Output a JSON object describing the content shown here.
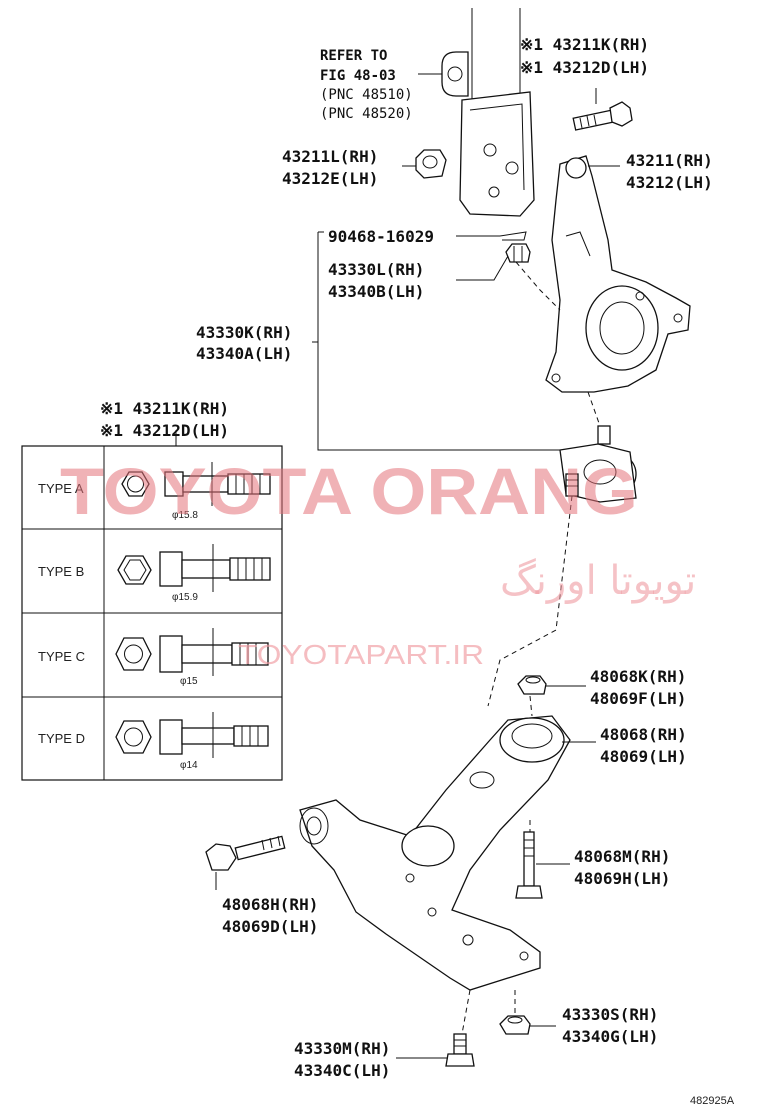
{
  "diagram": {
    "refer": [
      "REFER TO",
      "FIG 48-03",
      "(PNC 48510)",
      "(PNC 48520)"
    ],
    "labels": {
      "bolt_top_rh": "※1 43211K(RH)",
      "bolt_top_lh": "※1 43212D(LH)",
      "knuckle_rh": "43211(RH)",
      "knuckle_lh": "43212(LH)",
      "nut_top_rh": "43211L(RH)",
      "nut_top_lh": "43212E(LH)",
      "cotter_pin": "90468-16029",
      "castle_nut_rh": "43330L(RH)",
      "castle_nut_lh": "43340B(LH)",
      "ball_joint_rh": "43330K(RH)",
      "ball_joint_lh": "43340A(LH)",
      "bolt_table_rh": "※1 43211K(RH)",
      "bolt_table_lh": "※1 43212D(LH)",
      "bush_nut_rh": "48068K(RH)",
      "bush_nut_lh": "48069F(LH)",
      "arm_rh": "48068(RH)",
      "arm_lh": "48069(LH)",
      "arm_bolt_rh": "48068M(RH)",
      "arm_bolt_lh": "48069H(LH)",
      "front_bolt_rh": "48068H(RH)",
      "front_bolt_lh": "48069D(LH)",
      "lower_nut_rh": "43330S(RH)",
      "lower_nut_lh": "43340G(LH)",
      "lower_bolt_rh": "43330M(RH)",
      "lower_bolt_lh": "43340C(LH)"
    },
    "types": [
      {
        "name": "TYPE A",
        "diameter": "φ15.8"
      },
      {
        "name": "TYPE B",
        "diameter": "φ15.9"
      },
      {
        "name": "TYPE C",
        "diameter": "φ15"
      },
      {
        "name": "TYPE D",
        "diameter": "φ14"
      }
    ],
    "ref_code": "482925A"
  },
  "watermark": {
    "brand": "TOYOTA ORANG",
    "persian": "تویوتا اورنگ",
    "url": "TOYOTAPART.IR"
  }
}
